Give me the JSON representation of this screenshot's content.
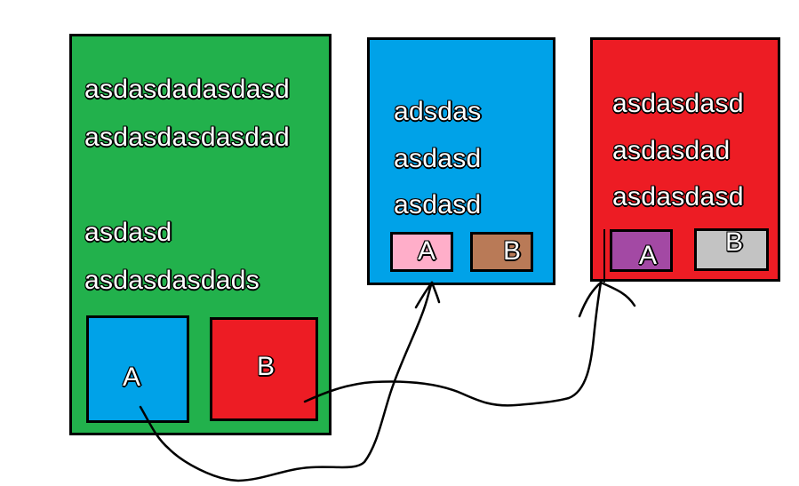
{
  "colors": {
    "green_panel": "#22b14c",
    "blue_panel": "#00a2e8",
    "red_panel": "#ed1c24",
    "pink_button": "#ffaec9",
    "brown_button": "#b97a57",
    "purple_button": "#a349a4",
    "gray_button": "#c3c3c3",
    "outline": "#000000"
  },
  "green_panel": {
    "lines": [
      "asdasdadasdasd",
      "asdasdasdasdad",
      "asdasd",
      "asdasdasdads"
    ],
    "button_a": "A",
    "button_b": "B"
  },
  "blue_panel": {
    "lines": [
      "adsdas",
      "asdasd",
      "asdasd"
    ],
    "button_a": "A",
    "button_b": "B"
  },
  "red_panel": {
    "lines": [
      "asdasdasd",
      "asdasdad",
      "asdasdasd"
    ],
    "button_a": "A",
    "button_b": "B"
  }
}
